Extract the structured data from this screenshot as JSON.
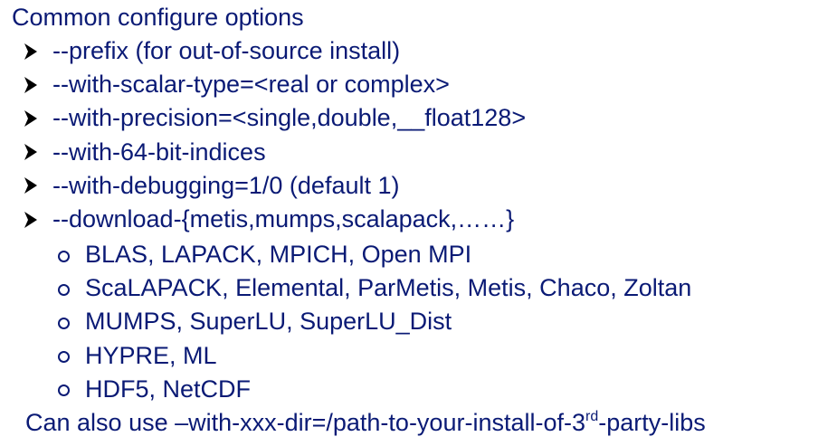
{
  "heading": "Common configure options",
  "options": [
    "--prefix (for out-of-source install)",
    "--with-scalar-type=<real or complex>",
    "--with-precision=<single,double,__float128>",
    "--with-64-bit-indices",
    "--with-debugging=1/0 (default 1)",
    "--download-{metis,mumps,scalapack,……}"
  ],
  "packages": [
    "BLAS, LAPACK, MPICH, Open MPI",
    "ScaLAPACK, Elemental, ParMetis, Metis, Chaco, Zoltan",
    "MUMPS, SuperLU, SuperLU_Dist",
    "HYPRE, ML",
    "HDF5, NetCDF"
  ],
  "footer": {
    "before": "Can also use –with-xxx-dir=/path-to-your-install-of-3",
    "superscript": "rd",
    "after": "-party-libs"
  },
  "colors": {
    "text": "#0a1a75",
    "bullet": "#000000",
    "background": "#ffffff"
  },
  "icons": {
    "option_bullet": "arrowhead-icon",
    "package_bullet": "hollow-circle-icon"
  }
}
